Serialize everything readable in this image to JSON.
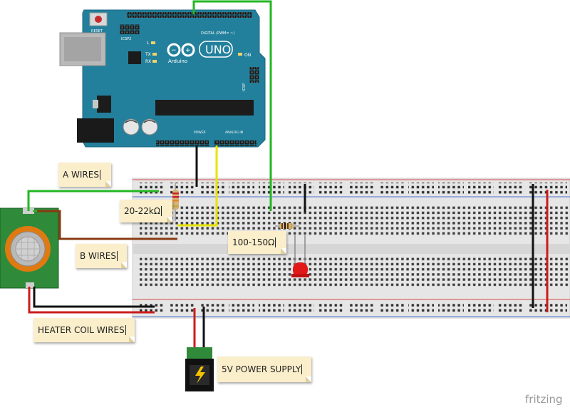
{
  "arduino": {
    "logo_text": "UNO",
    "brand": "Arduino",
    "reset_label": "RESET",
    "icsp2_label": "ICSP2",
    "icsp_label": "ICSP",
    "digital_label": "DIGITAL (PWM= ~)",
    "power_label": "POWER",
    "analog_label": "ANALOG IN",
    "led_l": "L",
    "led_tx": "TX",
    "led_rx": "RX",
    "led_on": "ON"
  },
  "notes": {
    "a_wires": "A WIRES",
    "resistor_load": "20-22kΩ",
    "b_wires": "B WIRES",
    "resistor_led": "100-150Ω",
    "heater": "HEATER COIL WIRES",
    "power_supply": "5V POWER SUPPLY"
  },
  "watermark": "fritzing",
  "colors": {
    "arduino_board": "#23809c",
    "wire_green": "#22b722",
    "wire_yellow": "#e8e300",
    "wire_brown": "#8a3b14",
    "wire_black": "#111111",
    "wire_red": "#cc1b1b",
    "breadboard": "#e7e7e7",
    "sensor_board": "#2f8a3a",
    "led_red": "#e01818",
    "note_bg": "#fbeecb"
  }
}
